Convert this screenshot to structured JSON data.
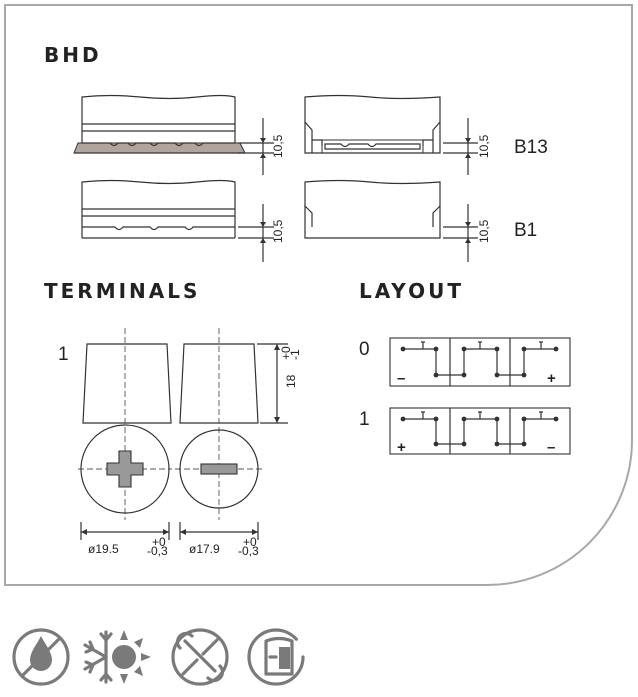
{
  "sections": {
    "bhd": "BHD",
    "terminals": "TERMINALS",
    "layout": "LAYOUT"
  },
  "bhd": {
    "dim_value": "10,5",
    "row1_code": "B13",
    "row2_code": "B1"
  },
  "terminals": {
    "label": "1",
    "height_value": "18",
    "height_tol_upper": "+0",
    "height_tol_lower": "-1",
    "positive_diameter": "ø19.5",
    "negative_diameter": "ø17.9",
    "diam_tol_upper": "+0",
    "diam_tol_lower": "-0,3"
  },
  "layout": {
    "items": [
      {
        "label": "0",
        "left_sign": "–",
        "right_sign": "+"
      },
      {
        "label": "1",
        "left_sign": "+",
        "right_sign": "–"
      }
    ]
  },
  "icons": [
    "no-maintenance-icon",
    "all-season-icon",
    "no-tools-icon",
    "vehicle-door-icon"
  ],
  "colors": {
    "frame": "#a8a8a8",
    "line": "#333333",
    "terminal_fill": "#999999",
    "icon_gray": "#7a7a7a"
  }
}
